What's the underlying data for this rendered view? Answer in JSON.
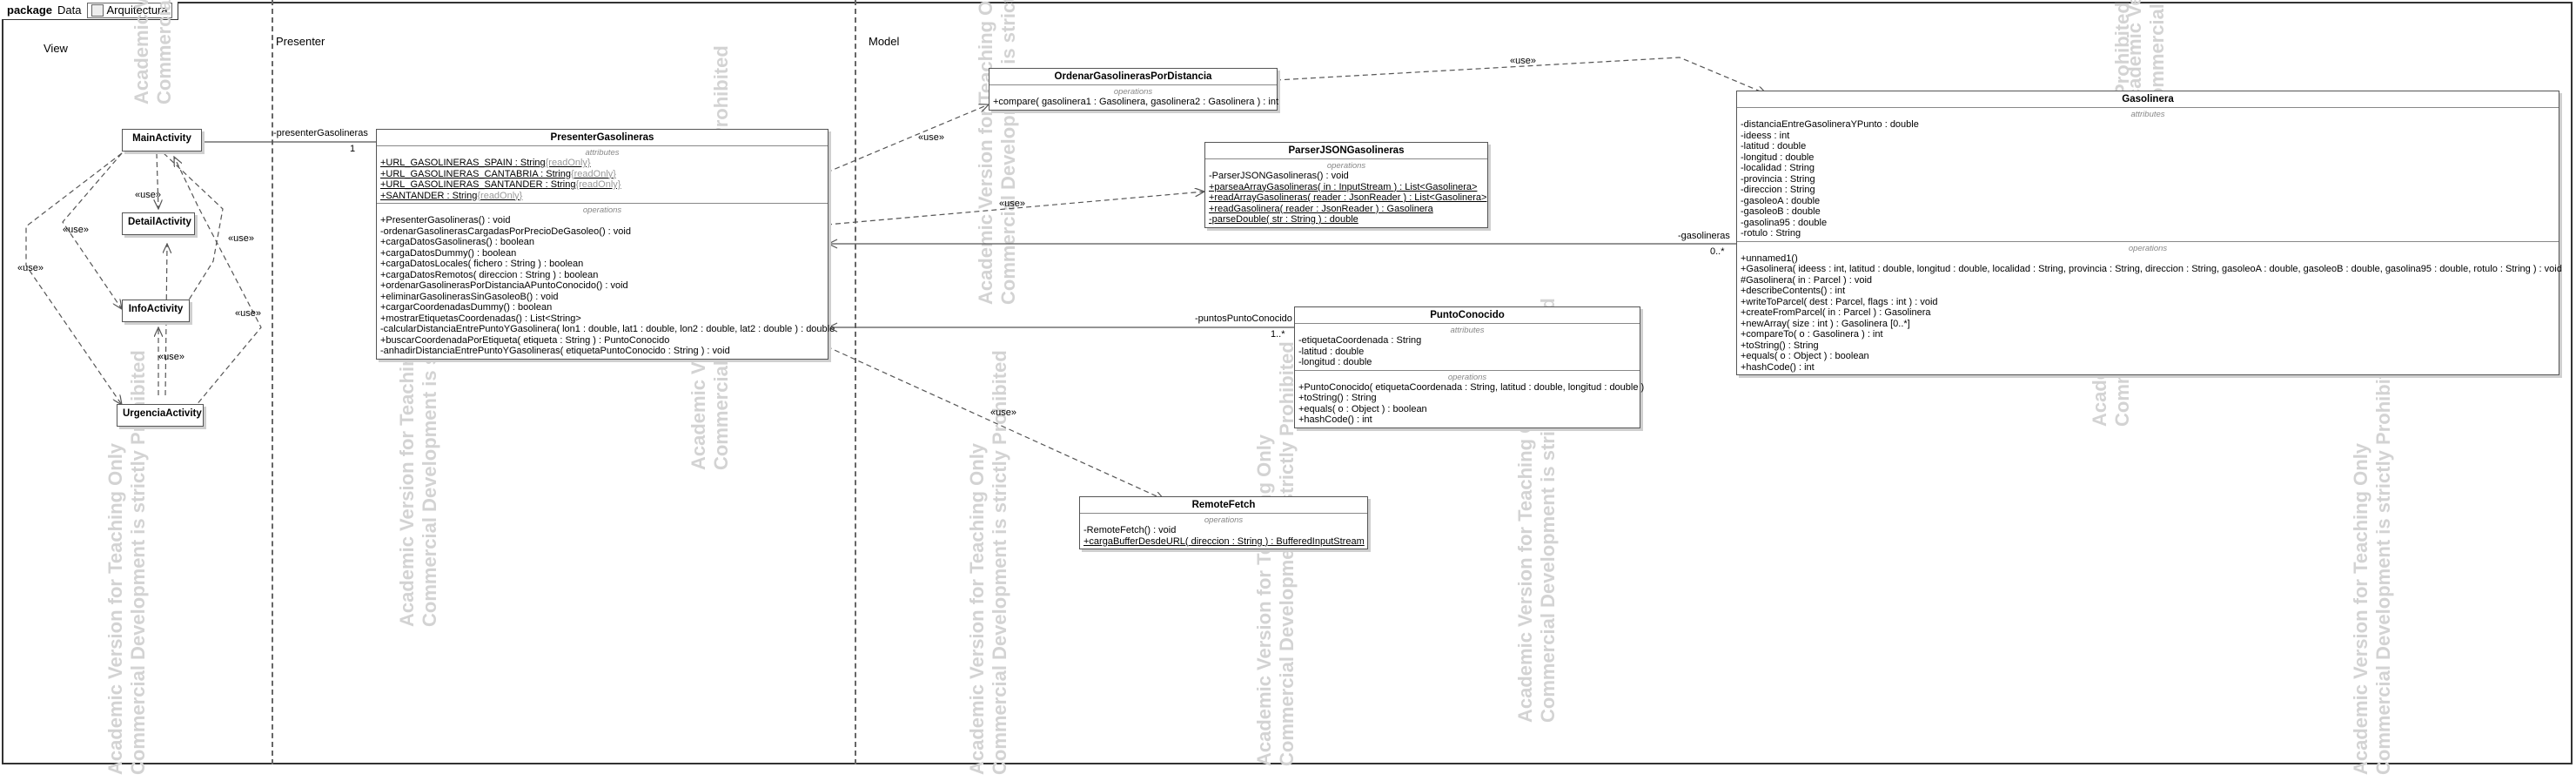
{
  "package": {
    "keyword": "package",
    "name": "Data",
    "diagram": "Arquitectura"
  },
  "lanes": {
    "view": "View",
    "presenter": "Presenter",
    "model": "Model"
  },
  "watermark": {
    "line1": "Academic Version for Teaching Only",
    "line2": "Commercial Development is strictly Prohibited"
  },
  "section_titles": {
    "attributes": "attributes",
    "operations": "operations"
  },
  "stereotype_use": "«use»",
  "view_classes": [
    "MainActivity",
    "DetailActivity",
    "InfoActivity",
    "UrgenciaActivity"
  ],
  "edge_labels": {
    "presenter_role": "-presenterGasolineras",
    "presenter_mult": "1",
    "gasolineras_role": "-gasolineras",
    "gasolineras_mult": "0..*",
    "puntos_role": "-puntosPuntoConocido",
    "puntos_mult": "1..*"
  },
  "presenter": {
    "name": "PresenterGasolineras",
    "attributes": [
      {
        "name": "+URL_GASOLINERAS_SPAIN",
        "type": " : String",
        "extra": "{readOnly}"
      },
      {
        "name": "+URL_GASOLINERAS_CANTABRIA",
        "type": " : String",
        "extra": "{readOnly}"
      },
      {
        "name": "+URL_GASOLINERAS_SANTANDER",
        "type": " : String",
        "extra": "{readOnly}"
      },
      {
        "name": "+SANTANDER",
        "type": " : String",
        "extra": "{readOnly}"
      }
    ],
    "operations": [
      "+PresenterGasolineras() : void",
      "-ordenarGasolinerasCargadasPorPrecioDeGasoleo() : void",
      "+cargaDatosGasolineras() : boolean",
      "+cargaDatosDummy() : boolean",
      "+cargaDatosLocales( fichero : String ) : boolean",
      "+cargaDatosRemotos( direccion : String ) : boolean",
      "+ordenarGasolinerasPorDistanciaAPuntoConocido() : void",
      "+eliminarGasolinerasSinGasoleoB() : void",
      "+cargarCoordenadasDummy() : boolean",
      "+mostrarEtiquetasCoordenadas() : List<String>",
      "-calcularDistanciaEntrePuntoYGasolinera( lon1 : double, lat1 : double, lon2 : double, lat2 : double ) : double",
      "+buscarCoordenadaPorEtiqueta( etiqueta : String ) : PuntoConocido",
      "-anhadirDistanciaEntrePuntoYGasolineras( etiquetaPuntoConocido : String ) : void"
    ]
  },
  "ordenar": {
    "name": "OrdenarGasolinerasPorDistancia",
    "operations": [
      "+compare( gasolinera1 : Gasolinera, gasolinera2 : Gasolinera ) : int"
    ]
  },
  "parser": {
    "name": "ParserJSONGasolineras",
    "operations": [
      {
        "text": "-ParserJSONGasolineras() : void",
        "static": false
      },
      {
        "text": "+parseaArrayGasolineras( in : InputStream ) : List<Gasolinera>",
        "static": true
      },
      {
        "text": "+readArrayGasolineras( reader : JsonReader ) : List<Gasolinera>",
        "static": true
      },
      {
        "text": "+readGasolinera( reader : JsonReader ) : Gasolinera",
        "static": true
      },
      {
        "text": "-parseDouble( str : String ) : double",
        "static": true
      }
    ]
  },
  "punto": {
    "name": "PuntoConocido",
    "attributes": [
      "-etiquetaCoordenada : String",
      "-latitud : double",
      "-longitud : double"
    ],
    "operations": [
      "+PuntoConocido( etiquetaCoordenada : String, latitud : double, longitud : double )",
      "+toString() : String",
      "+equals( o : Object ) : boolean",
      "+hashCode() : int"
    ]
  },
  "remote": {
    "name": "RemoteFetch",
    "operations": [
      {
        "text": "-RemoteFetch() : void",
        "static": false
      },
      {
        "text": "+cargaBufferDesdeURL( direccion : String ) : BufferedInputStream",
        "static": true
      }
    ]
  },
  "gasolinera": {
    "name": "Gasolinera",
    "attributes": [
      "-distanciaEntreGasolineraYPunto : double",
      "-ideess : int",
      "-latitud : double",
      "-longitud : double",
      "-localidad : String",
      "-provincia : String",
      "-direccion : String",
      "-gasoleoA : double",
      "-gasoleoB : double",
      "-gasolina95 : double",
      "-rotulo : String"
    ],
    "operations": [
      "+unnamed1()",
      "+Gasolinera( ideess : int, latitud : double, longitud : double, localidad : String, provincia : String, direccion : String, gasoleoA : double, gasoleoB : double, gasolina95 : double, rotulo : String ) : void",
      "#Gasolinera( in : Parcel ) : void",
      "+describeContents() : int",
      "+writeToParcel( dest : Parcel, flags : int ) : void",
      "+createFromParcel( in : Parcel ) : Gasolinera",
      "+newArray( size : int ) : Gasolinera [0..*]",
      "+compareTo( o : Gasolinera ) : int",
      "+toString() : String",
      "+equals( o : Object ) : boolean",
      "+hashCode() : int"
    ]
  }
}
